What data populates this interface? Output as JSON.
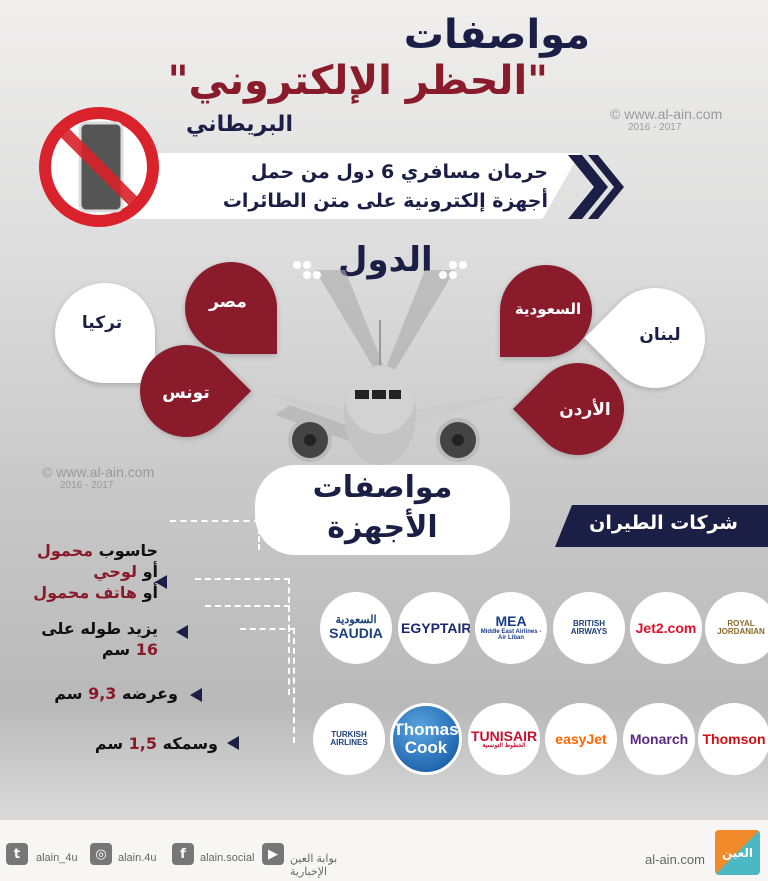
{
  "header": {
    "title_line1": "مواصفات",
    "title_line2": "\"الحظر الإلكتروني\"",
    "title_line3": "البريطاني"
  },
  "watermark": {
    "url": "www.al-ain.com",
    "years": "2016 - 2017"
  },
  "banner": {
    "line1": "حرمان مسافري 6 دول من حمل",
    "line2": "أجهزة إلكترونية على متن الطائرات",
    "icon": "no-phone-icon"
  },
  "countries": {
    "heading": "الدول",
    "items": [
      "مصر",
      "تركيا",
      "تونس",
      "السعودية",
      "لبنان",
      "الأردن"
    ]
  },
  "devices": {
    "heading_line1": "مواصفات",
    "heading_line2": "الأجهزة",
    "spec1": {
      "a": "حاسوب ",
      "b": "محمول",
      "c": "أو ",
      "d": "لوحي",
      "e": "أو ",
      "f": "هاتف محمول"
    },
    "spec2": {
      "a": "يزيد طوله على",
      "b": "16",
      "c": " سم"
    },
    "spec3": {
      "a": "وعرضه ",
      "b": "9,3",
      "c": " سم"
    },
    "spec4": {
      "a": "وسمكه ",
      "b": "1,5",
      "c": " سم"
    }
  },
  "airlines": {
    "heading": "شركات الطيران",
    "row1": [
      {
        "name": "SAUDIA",
        "sub": "السعودية",
        "color": "#1c3f7a"
      },
      {
        "name": "EGYPTAIR",
        "color": "#1c2a6b"
      },
      {
        "name": "MEA",
        "sub": "Middle East Airlines - Air Liban",
        "color": "#1a3b8a"
      },
      {
        "name": "BRITISH AIRWAYS",
        "color": "#1c3f7a"
      },
      {
        "name": "Jet2.com",
        "color": "#e0102a"
      },
      {
        "name": "ROYAL JORDANIAN",
        "color": "#8a6a2a"
      }
    ],
    "row2": [
      {
        "name": "TURKISH AIRLINES",
        "color": "#1c3f7a"
      },
      {
        "name": "Thomas Cook",
        "color": "#ffffff"
      },
      {
        "name": "TUNISAIR",
        "sub": "الخطوط التونسية",
        "color": "#c8102e"
      },
      {
        "name": "easyJet",
        "color": "#ff6600"
      },
      {
        "name": "Monarch",
        "color": "#5a2a82"
      },
      {
        "name": "Thomson",
        "color": "#d40e14"
      }
    ]
  },
  "footer": {
    "twitter": "alain_4u",
    "instagram": "alain.4u",
    "facebook": "alain.social",
    "youtube": "بوابة العين الإخبارية",
    "site": "al-ain.com",
    "logo_text": "العين"
  },
  "colors": {
    "navy": "#1c1f45",
    "maroon": "#8a1b2b"
  }
}
